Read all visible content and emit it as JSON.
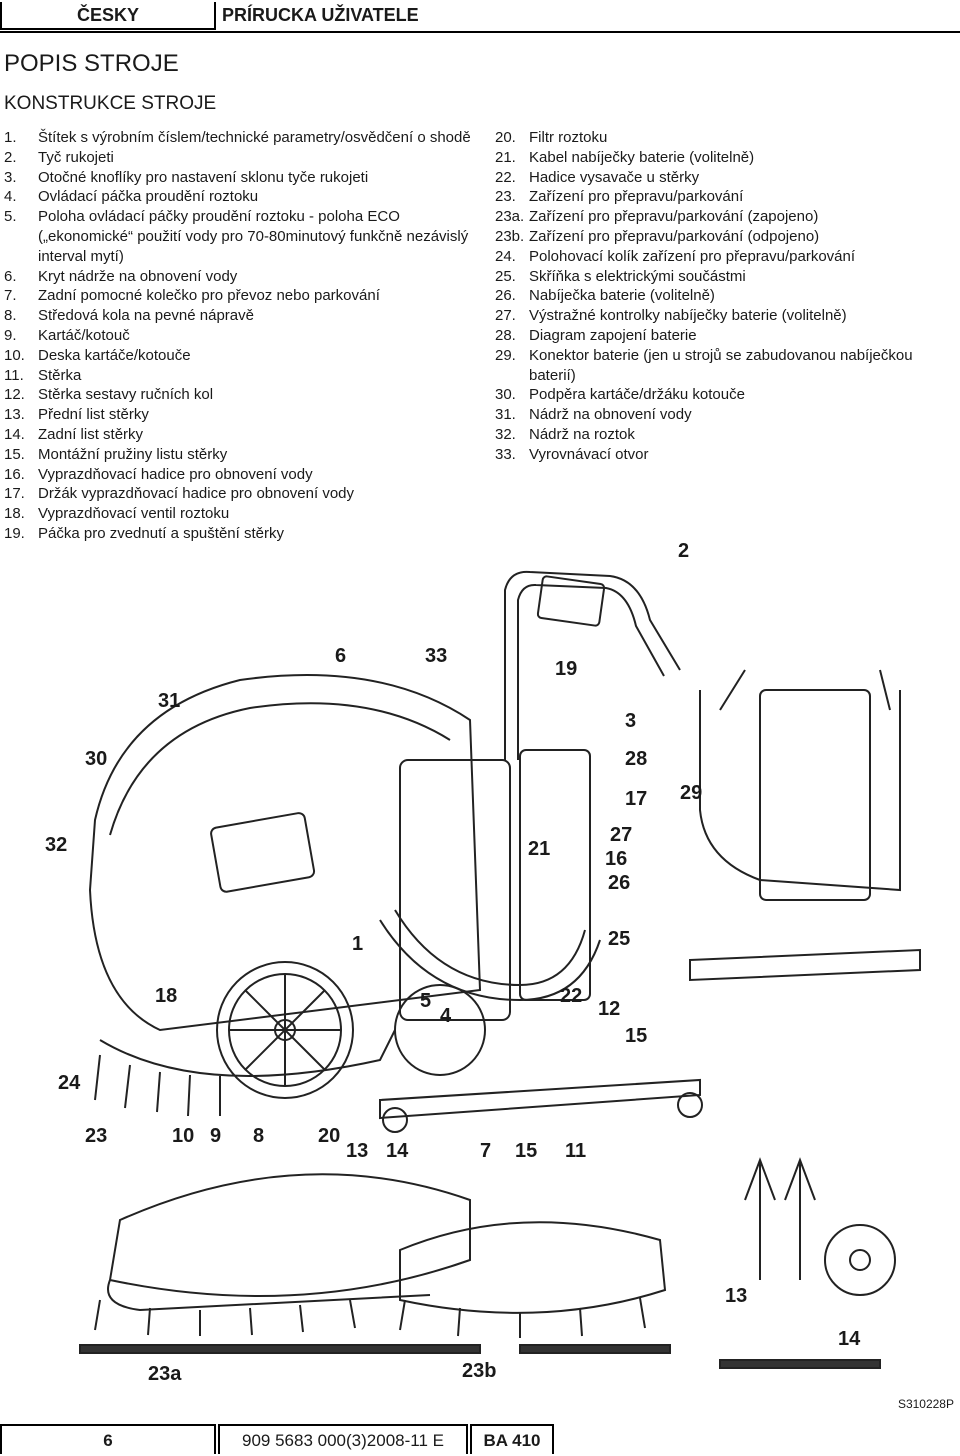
{
  "header": {
    "language": "ČESKY",
    "manual_title": "PRÍRUCKA UŽIVATELE"
  },
  "section_title": "POPIS STROJE",
  "subsection_title": "KONSTRUKCE STROJE",
  "left_list": [
    {
      "num": "1.",
      "text": "Štítek s výrobním číslem/technické parametry/osvědčení o shodě"
    },
    {
      "num": "2.",
      "text": "Tyč rukojeti"
    },
    {
      "num": "3.",
      "text": "Otočné knoflíky pro nastavení sklonu tyče rukojeti"
    },
    {
      "num": "4.",
      "text": "Ovládací páčka proudění roztoku"
    },
    {
      "num": "5.",
      "text": "Poloha ovládací páčky proudění roztoku - poloha ECO („ekonomické“ použití vody pro 70-80minutový funkčně nezávislý interval mytí)"
    },
    {
      "num": "6.",
      "text": "Kryt nádrže na obnovení vody"
    },
    {
      "num": "7.",
      "text": "Zadní pomocné kolečko pro převoz nebo parkování"
    },
    {
      "num": "8.",
      "text": "Středová kola na pevné nápravě"
    },
    {
      "num": "9.",
      "text": "Kartáč/kotouč"
    },
    {
      "num": "10.",
      "text": "Deska kartáče/kotouče"
    },
    {
      "num": "11.",
      "text": "Stěrka"
    },
    {
      "num": "12.",
      "text": "Stěrka sestavy ručních kol"
    },
    {
      "num": "13.",
      "text": "Přední list stěrky"
    },
    {
      "num": "14.",
      "text": "Zadní list stěrky"
    },
    {
      "num": "15.",
      "text": "Montážní pružiny listu stěrky"
    },
    {
      "num": "16.",
      "text": "Vyprazdňovací hadice pro obnovení vody"
    },
    {
      "num": "17.",
      "text": "Držák vyprazdňovací hadice pro obnovení vody"
    },
    {
      "num": "18.",
      "text": "Vyprazdňovací ventil roztoku"
    },
    {
      "num": "19.",
      "text": "Páčka pro zvednutí a spuštění stěrky"
    }
  ],
  "right_list": [
    {
      "num": "20.",
      "text": "Filtr roztoku"
    },
    {
      "num": "21.",
      "text": "Kabel nabíječky baterie (volitelně)"
    },
    {
      "num": "22.",
      "text": "Hadice vysavače u stěrky"
    },
    {
      "num": "23.",
      "text": "Zařízení pro přepravu/parkování"
    },
    {
      "num": "23a.",
      "text": "Zařízení pro přepravu/parkování (zapojeno)"
    },
    {
      "num": "23b.",
      "text": "Zařízení pro přepravu/parkování (odpojeno)"
    },
    {
      "num": "24.",
      "text": "Polohovací kolík zařízení pro přepravu/parkování"
    },
    {
      "num": "25.",
      "text": "Skříňka s elektrickými součástmi"
    },
    {
      "num": "26.",
      "text": "Nabíječka baterie (volitelně)"
    },
    {
      "num": "27.",
      "text": "Výstražné kontrolky nabíječky baterie (volitelně)"
    },
    {
      "num": "28.",
      "text": "Diagram zapojení baterie"
    },
    {
      "num": "29.",
      "text": "Konektor baterie (jen u strojů se zabudovanou nabíječkou baterií)"
    },
    {
      "num": "30.",
      "text": "Podpěra kartáče/držáku kotouče"
    },
    {
      "num": "31.",
      "text": "Nádrž na obnovení vody"
    },
    {
      "num": "32.",
      "text": "Nádrž na roztok"
    },
    {
      "num": "33.",
      "text": "Vyrovnávací otvor"
    }
  ],
  "callouts": [
    "2",
    "6",
    "33",
    "19",
    "31",
    "3",
    "30",
    "28",
    "17",
    "29",
    "32",
    "21",
    "27",
    "16",
    "26",
    "1",
    "25",
    "18",
    "22",
    "5",
    "12",
    "4",
    "15",
    "24",
    "23",
    "10",
    "9",
    "8",
    "20",
    "13",
    "14",
    "7",
    "15",
    "11",
    "13",
    "14",
    "23a",
    "23b"
  ],
  "figure_code": "S310228P",
  "footer": {
    "page": "6",
    "doc_number": "909 5683 000(3)2008-11 E",
    "model": "BA 410"
  }
}
